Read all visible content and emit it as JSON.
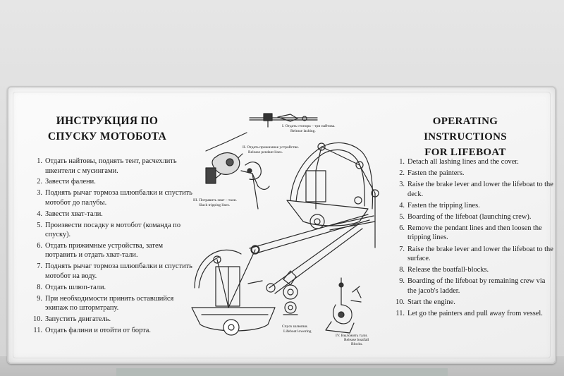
{
  "plaque": {
    "title_ru": [
      "ИНСТРУКЦИЯ ПО",
      "СПУСКУ МОТОБОТА"
    ],
    "title_en": [
      "OPERATING INSTRUCTIONS",
      "FOR LIFEBOAT"
    ],
    "steps_ru": [
      {
        "num": "1.",
        "text": "Отдать найтовы, поднять тент, расчехлить шкентели с мусингами."
      },
      {
        "num": "2.",
        "text": "Завести фалени."
      },
      {
        "num": "3.",
        "text": "Поднять рычаг тормоза шлюпбалки и спустить мотобот до палубы."
      },
      {
        "num": "4.",
        "text": "Завести хват-тали."
      },
      {
        "num": "5.",
        "text": "Произвести посадку в мотобот (команда по спуску)."
      },
      {
        "num": "6.",
        "text": "Отдать прижимные устройства, затем потравить и отдать хват-тали."
      },
      {
        "num": "7.",
        "text": "Поднять рычаг тормоза шлюпбалки и спустить мотобот на воду."
      },
      {
        "num": "8.",
        "text": "Отдать шлюп-тали."
      },
      {
        "num": "9.",
        "text": "При необходимости принять оставшийся экипаж по штормтрапу."
      },
      {
        "num": "10.",
        "text": "Запустить двигатель."
      },
      {
        "num": "11.",
        "text": "Отдать фалини и отойти от борта."
      }
    ],
    "steps_en": [
      {
        "num": "1.",
        "text": "Detach all lashing lines and the cover."
      },
      {
        "num": "2.",
        "text": "Fasten the painters."
      },
      {
        "num": "3.",
        "text": "Raise the brake lever and lower the lifeboat to the deck."
      },
      {
        "num": "4.",
        "text": "Fasten the tripping lines."
      },
      {
        "num": "5.",
        "text": "Boarding of the lifeboat (launching crew)."
      },
      {
        "num": "6.",
        "text": "Remove the pendant lines and then loosen the tripping lines."
      },
      {
        "num": "7.",
        "text": "Raise the brake lever and lower the lifeboat to the surface."
      },
      {
        "num": "8.",
        "text": "Release the boatfall-blocks."
      },
      {
        "num": "9.",
        "text": "Boarding of the lifeboat by remaining crew via the jacob's ladder."
      },
      {
        "num": "10.",
        "text": "Start the engine."
      },
      {
        "num": "11.",
        "text": "Let go the painters and pull away from vessel."
      }
    ],
    "diagram_labels": {
      "lashing_ru": "I. Отдать стопора – три найтова.",
      "lashing_en": "Release lashing.",
      "pendant_ru": "II. Отдать прижимное устройство.",
      "pendant_en": "Release pendant lines.",
      "tripping_ru": "III. Потравить хват – тали.",
      "tripping_en": "Slack tripping lines.",
      "lowering_ru": "Спуск шлюпки.",
      "lowering_en": "Lifeboat lowering",
      "blocks_ru": "IV. Выложить тали.",
      "blocks_en_1": "Release boatfall",
      "blocks_en_2": "Blocks."
    }
  },
  "colors": {
    "wall": "#dedede",
    "plaque": "#f6f6f6",
    "ink": "#1c1c1c"
  }
}
